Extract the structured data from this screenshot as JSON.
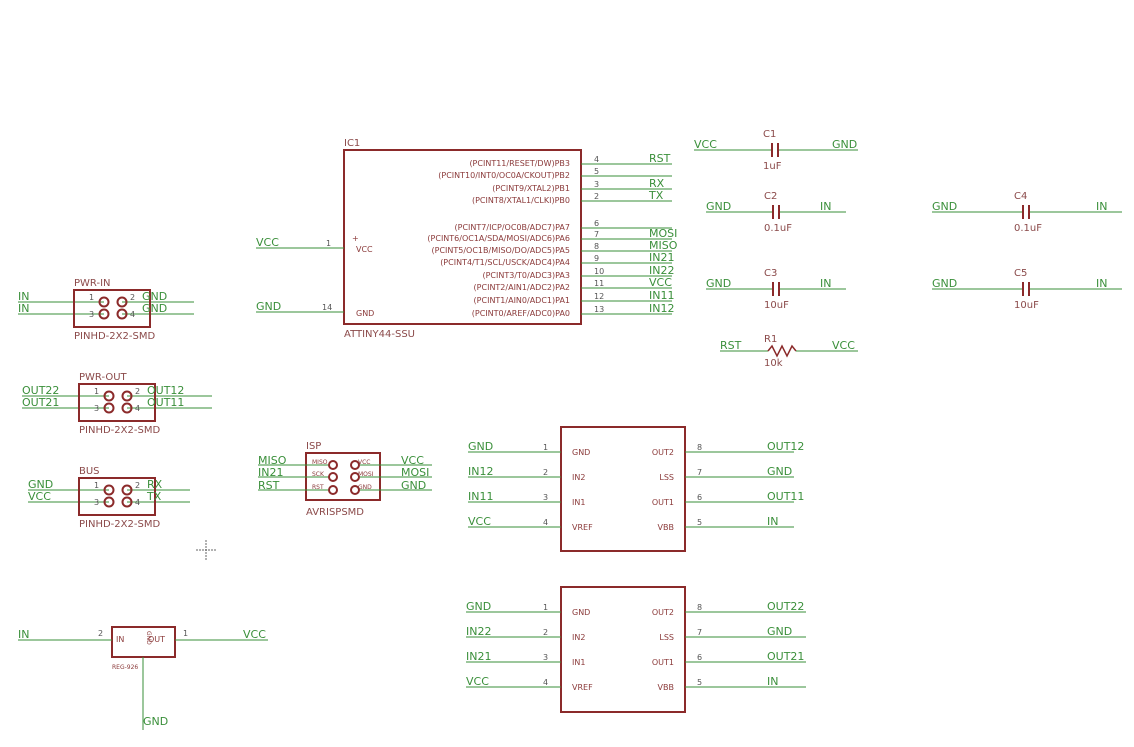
{
  "ic1": {
    "ref": "IC1",
    "value": "ATTINY44-SSU",
    "vcc_label": "VCC",
    "gnd_label": "GND",
    "vcc_pin": "1",
    "gnd_pin": "14",
    "vcc_net": "VCC",
    "gnd_net": "GND",
    "right_pins": [
      {
        "label": "(PCINT11/RESET/DW)PB3",
        "num": "4",
        "net": "RST"
      },
      {
        "label": "(PCINT10/INT0/OC0A/CKOUT)PB2",
        "num": "5",
        "net": ""
      },
      {
        "label": "(PCINT9/XTAL2)PB1",
        "num": "3",
        "net": "RX"
      },
      {
        "label": "(PCINT8/XTAL1/CLKI)PB0",
        "num": "2",
        "net": "TX"
      },
      {
        "label": "(PCINT7/ICP/OC0B/ADC7)PA7",
        "num": "6",
        "net": ""
      },
      {
        "label": "(PCINT6/OC1A/SDA/MOSI/ADC6)PA6",
        "num": "7",
        "net": "MOSI"
      },
      {
        "label": "(PCINT5/OC1B/MISO/DO/ADC5)PA5",
        "num": "8",
        "net": "MISO"
      },
      {
        "label": "(PCINT4/T1/SCL/USCK/ADC4)PA4",
        "num": "9",
        "net": "IN21"
      },
      {
        "label": "(PCINT3/T0/ADC3)PA3",
        "num": "10",
        "net": "IN22"
      },
      {
        "label": "(PCINT2/AIN1/ADC2)PA2",
        "num": "11",
        "net": "VCC"
      },
      {
        "label": "(PCINT1/AIN0/ADC1)PA1",
        "num": "12",
        "net": "IN11"
      },
      {
        "label": "(PCINT0/AREF/ADC0)PA0",
        "num": "13",
        "net": "IN12"
      }
    ]
  },
  "caps": [
    {
      "ref": "C1",
      "value": "1uF",
      "left": "VCC",
      "right": "GND"
    },
    {
      "ref": "C2",
      "value": "0.1uF",
      "left": "GND",
      "right": "IN"
    },
    {
      "ref": "C3",
      "value": "10uF",
      "left": "GND",
      "right": "IN"
    },
    {
      "ref": "C4",
      "value": "0.1uF",
      "left": "GND",
      "right": "IN"
    },
    {
      "ref": "C5",
      "value": "10uF",
      "left": "GND",
      "right": "IN"
    }
  ],
  "r1": {
    "ref": "R1",
    "value": "10k",
    "left": "RST",
    "right": "VCC"
  },
  "headers": [
    {
      "ref": "PWR-IN",
      "value": "PINHD-2X2-SMD",
      "l1": "IN",
      "l2": "IN",
      "r1": "GND",
      "r2": "GND"
    },
    {
      "ref": "PWR-OUT",
      "value": "PINHD-2X2-SMD",
      "l1": "OUT22",
      "l2": "OUT21",
      "r1": "OUT12",
      "r2": "OUT11"
    },
    {
      "ref": "BUS",
      "value": "PINHD-2X2-SMD",
      "l1": "GND",
      "l2": "VCC",
      "r1": "RX",
      "r2": "TX"
    }
  ],
  "pin_nums": {
    "p1": "1",
    "p2": "2",
    "p3": "3",
    "p4": "4"
  },
  "isp": {
    "ref": "ISP",
    "value": "AVRISPSMD",
    "pins_l": [
      "MISO",
      "SCK",
      "RST"
    ],
    "pins_r": [
      "VCC",
      "MOSI",
      "GND"
    ],
    "nets_l": [
      "MISO",
      "IN21",
      "RST"
    ],
    "nets_r": [
      "VCC",
      "MOSI",
      "GND"
    ]
  },
  "drivers": [
    {
      "left_pins": [
        {
          "num": "1",
          "label": "GND",
          "net": "GND"
        },
        {
          "num": "2",
          "label": "IN2",
          "net": "IN12"
        },
        {
          "num": "3",
          "label": "IN1",
          "net": "IN11"
        },
        {
          "num": "4",
          "label": "VREF",
          "net": "VCC"
        }
      ],
      "right_pins": [
        {
          "num": "8",
          "label": "OUT2",
          "net": "OUT12"
        },
        {
          "num": "7",
          "label": "LSS",
          "net": "GND"
        },
        {
          "num": "6",
          "label": "OUT1",
          "net": "OUT11"
        },
        {
          "num": "5",
          "label": "VBB",
          "net": "IN"
        }
      ]
    },
    {
      "left_pins": [
        {
          "num": "1",
          "label": "GND",
          "net": "GND"
        },
        {
          "num": "2",
          "label": "IN2",
          "net": "IN22"
        },
        {
          "num": "3",
          "label": "IN1",
          "net": "IN21"
        },
        {
          "num": "4",
          "label": "VREF",
          "net": "VCC"
        }
      ],
      "right_pins": [
        {
          "num": "8",
          "label": "OUT2",
          "net": "OUT22"
        },
        {
          "num": "7",
          "label": "LSS",
          "net": "GND"
        },
        {
          "num": "6",
          "label": "OUT1",
          "net": "OUT21"
        },
        {
          "num": "5",
          "label": "VBB",
          "net": "IN"
        }
      ]
    }
  ],
  "reg": {
    "value": "REG-926",
    "in_label": "IN",
    "out_label": "OUT",
    "gnd_label": "GND",
    "in_pin": "2",
    "out_pin": "1",
    "in_net": "IN",
    "out_net": "VCC",
    "gnd_net": "GND"
  }
}
